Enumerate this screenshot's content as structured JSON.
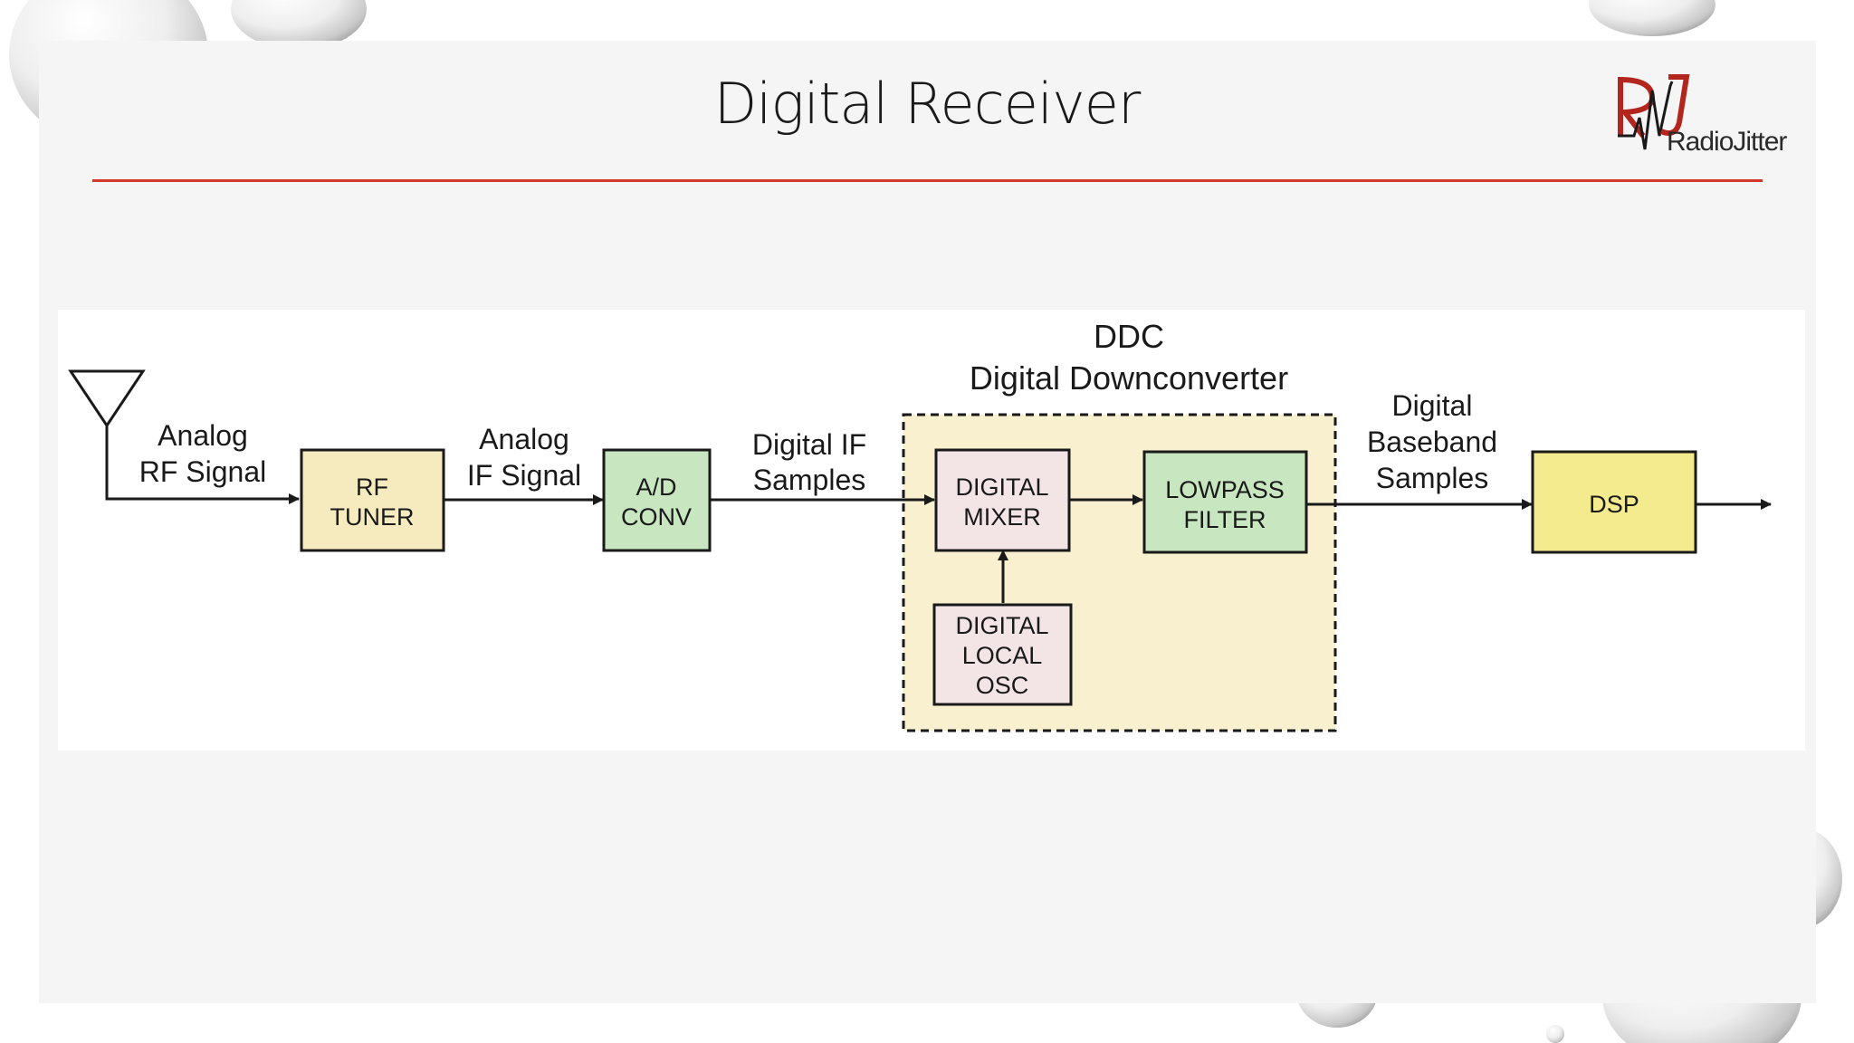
{
  "slide": {
    "title": "Digital Receiver",
    "logo_text": "RadioJitter",
    "accent_color": "#d0392b"
  },
  "diagram": {
    "ddc_title_1": "DDC",
    "ddc_title_2": "Digital Downconverter",
    "blocks": {
      "rf_tuner": [
        "RF",
        "TUNER"
      ],
      "ad_conv": [
        "A/D",
        "CONV"
      ],
      "digital_mixer": [
        "DIGITAL",
        "MIXER"
      ],
      "lowpass_filter": [
        "LOWPASS",
        "FILTER"
      ],
      "digital_local_osc": [
        "DIGITAL",
        "LOCAL",
        "OSC"
      ],
      "dsp": [
        "DSP"
      ]
    },
    "signals": {
      "analog_rf": [
        "Analog",
        "RF Signal"
      ],
      "analog_if": [
        "Analog",
        "IF Signal"
      ],
      "digital_if": [
        "Digital IF",
        "Samples"
      ],
      "digital_baseband": [
        "Digital",
        "Baseband",
        "Samples"
      ]
    },
    "colors": {
      "tuner_fill": "#f6ebbf",
      "converter_fill": "#c8e6c0",
      "mixer_fill": "#f3e4e6",
      "filter_fill": "#c8e6c0",
      "osc_fill": "#f3e4e6",
      "dsp_fill": "#f4eb8e",
      "ddc_fill": "#f8f0cf",
      "line": "#1a1a1a"
    }
  }
}
